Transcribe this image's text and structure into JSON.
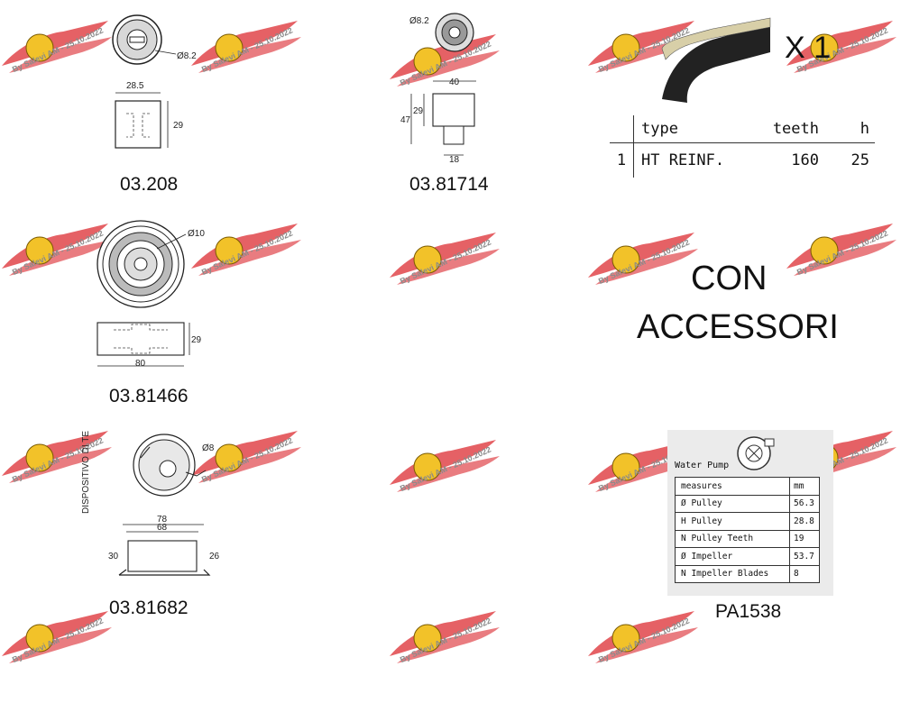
{
  "watermark": {
    "text": "By Salevi AM - 25.10.2022",
    "wing_color": "#e0454a",
    "badge_color": "#f2c229"
  },
  "parts": [
    {
      "code": "03.208",
      "dims": {
        "diameter": "Ø8.2",
        "width": "28.5",
        "height": "29"
      }
    },
    {
      "code": "03.81714",
      "dims": {
        "diameter": "Ø8.2",
        "width": "40",
        "h_small": "29",
        "h_total": "47",
        "base": "18"
      }
    },
    {
      "code": "03.81466",
      "dims": {
        "diameter": "Ø10",
        "width": "80",
        "height": "29"
      }
    },
    {
      "code": "03.81682",
      "dims": {
        "diameter": "Ø8",
        "w_outer": "78",
        "w_inner": "68",
        "h_left": "30",
        "h_right": "26",
        "label": "DISPOSITIVO DI TENSIONAMENTO AUTOMATICO"
      }
    }
  ],
  "belt": {
    "quantity": "X 1",
    "headers": [
      "",
      "type",
      "teeth",
      "h"
    ],
    "rows": [
      {
        "idx": "1",
        "type": "HT REINF.",
        "teeth": "160",
        "h": "25"
      }
    ]
  },
  "accessories": {
    "line1": "CON",
    "line2": "ACCESSORI"
  },
  "water_pump": {
    "code": "PA1538",
    "title": "Water Pump",
    "header": {
      "label": "measures",
      "unit": "mm"
    },
    "rows": [
      {
        "label": "Ø Pulley",
        "value": "56.3"
      },
      {
        "label": "H Pulley",
        "value": "28.8"
      },
      {
        "label": "N Pulley Teeth",
        "value": "19"
      },
      {
        "label": "Ø Impeller",
        "value": "53.7"
      },
      {
        "label": "N Impeller Blades",
        "value": "8"
      }
    ]
  }
}
